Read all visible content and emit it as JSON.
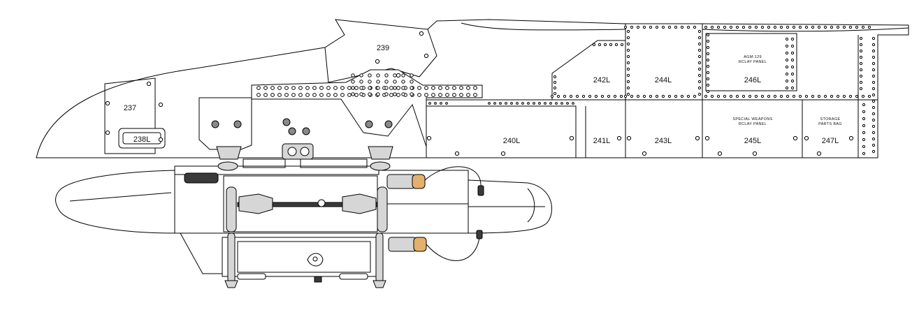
{
  "panels": {
    "p237": "237",
    "p238": "238L",
    "p239": "239",
    "p240": "240L",
    "p241": "241L",
    "p242": "242L",
    "p243": "243L",
    "p244": "244L",
    "p245": "245L",
    "p246": "246L",
    "p247": "247L"
  },
  "notes": {
    "agm_line1": "AGM-129",
    "agm_line2": "RCLAY PANEL",
    "swp_line1": "SPECIAL WEAPONS",
    "swp_line2": "RCLAY PANEL",
    "stor_line1": "STORAGE",
    "stor_line2": "PARTS BAG"
  },
  "colors": {
    "outline": "#000000",
    "panel_fill": "#ffffff",
    "hardware_gray": "#d6d6d6",
    "connector_tan": "#e3b06d"
  }
}
